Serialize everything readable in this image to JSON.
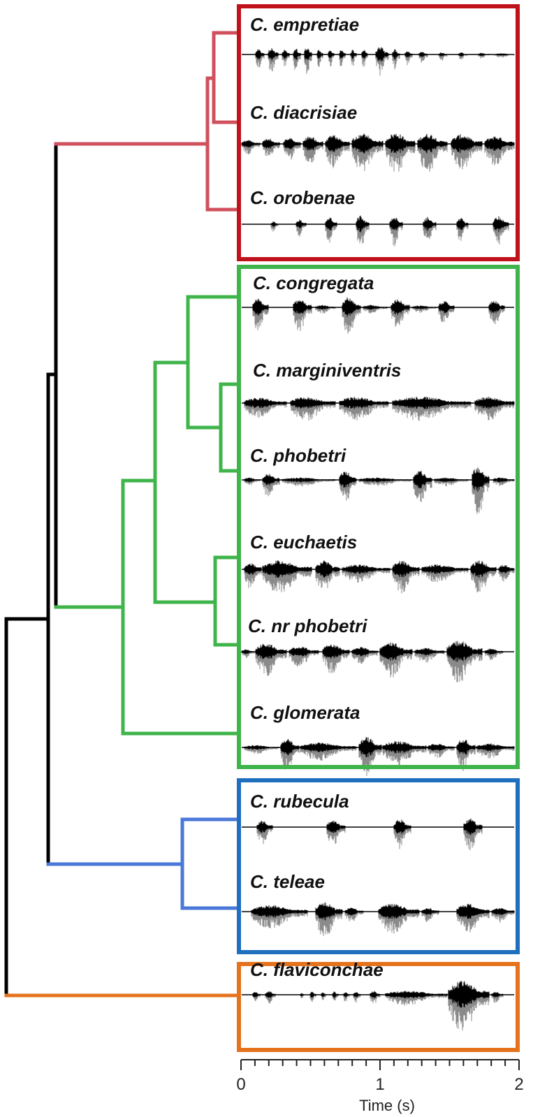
{
  "colors": {
    "red_clade": "#c0121a",
    "red_branch": "#d0505e",
    "green_clade": "#3fb44a",
    "blue_clade": "#1f6fbf",
    "blue_branch": "#4a78d8",
    "orange_clade": "#e5731d",
    "root_branch": "#000000",
    "waveform_dark": "#000000",
    "waveform_light": "#8a8a8a"
  },
  "species": [
    {
      "label": "C. empretiae"
    },
    {
      "label": "C. diacrisiae"
    },
    {
      "label": "C. orobenae"
    },
    {
      "label": "C. congregata"
    },
    {
      "label": "C. marginiventris"
    },
    {
      "label": "C. phobetri"
    },
    {
      "label": "C. euchaetis"
    },
    {
      "label": "C. nr phobetri"
    },
    {
      "label": "C. glomerata"
    },
    {
      "label": "C. rubecula"
    },
    {
      "label": "C. teleae"
    },
    {
      "label": "C. flaviconchae"
    }
  ],
  "time_axis": {
    "title": "Time (s)",
    "ticks": [
      "0",
      "1",
      "2"
    ],
    "range": [
      0,
      2
    ],
    "minor_tick_step": 0.1
  }
}
